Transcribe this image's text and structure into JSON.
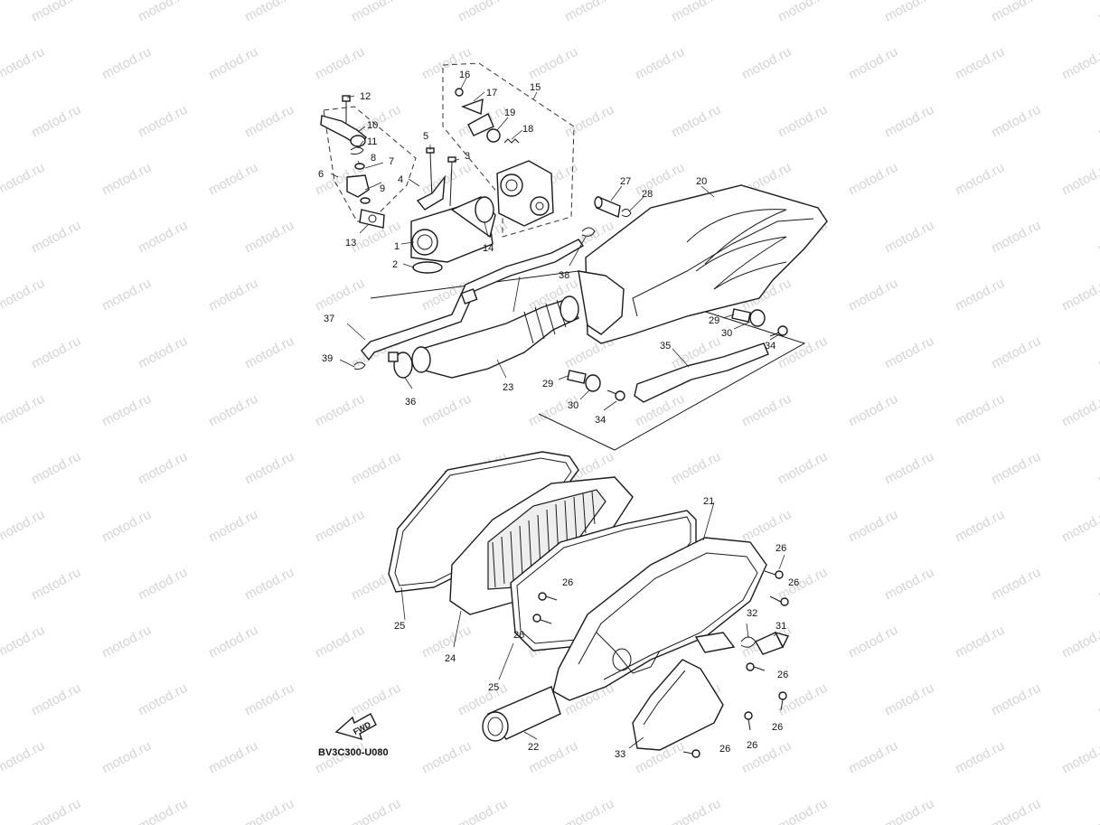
{
  "watermark": {
    "text": "motod.ru"
  },
  "diagram": {
    "code": "BV3C300-U080",
    "fwd_label": "FWD",
    "callouts": [
      {
        "id": "c1",
        "label": "1"
      },
      {
        "id": "c2",
        "label": "2"
      },
      {
        "id": "c3",
        "label": "3"
      },
      {
        "id": "c4",
        "label": "4"
      },
      {
        "id": "c5",
        "label": "5"
      },
      {
        "id": "c6",
        "label": "6"
      },
      {
        "id": "c7",
        "label": "7"
      },
      {
        "id": "c8",
        "label": "8"
      },
      {
        "id": "c9",
        "label": "9"
      },
      {
        "id": "c10",
        "label": "10"
      },
      {
        "id": "c11",
        "label": "11"
      },
      {
        "id": "c12",
        "label": "12"
      },
      {
        "id": "c13",
        "label": "13"
      },
      {
        "id": "c14",
        "label": "14"
      },
      {
        "id": "c15",
        "label": "15"
      },
      {
        "id": "c16",
        "label": "16"
      },
      {
        "id": "c17",
        "label": "17"
      },
      {
        "id": "c18",
        "label": "18"
      },
      {
        "id": "c19",
        "label": "19"
      },
      {
        "id": "c20",
        "label": "20"
      },
      {
        "id": "c21",
        "label": "21"
      },
      {
        "id": "c22",
        "label": "22"
      },
      {
        "id": "c23",
        "label": "23"
      },
      {
        "id": "c24",
        "label": "24"
      },
      {
        "id": "c25a",
        "label": "25"
      },
      {
        "id": "c25b",
        "label": "25"
      },
      {
        "id": "c26a",
        "label": "26"
      },
      {
        "id": "c26b",
        "label": "26"
      },
      {
        "id": "c26c",
        "label": "26"
      },
      {
        "id": "c26d",
        "label": "26"
      },
      {
        "id": "c26e",
        "label": "26"
      },
      {
        "id": "c26f",
        "label": "26"
      },
      {
        "id": "c26g",
        "label": "26"
      },
      {
        "id": "c26h",
        "label": "26"
      },
      {
        "id": "c27",
        "label": "27"
      },
      {
        "id": "c28",
        "label": "28"
      },
      {
        "id": "c29a",
        "label": "29"
      },
      {
        "id": "c29b",
        "label": "29"
      },
      {
        "id": "c30a",
        "label": "30"
      },
      {
        "id": "c30b",
        "label": "30"
      },
      {
        "id": "c31",
        "label": "31"
      },
      {
        "id": "c32",
        "label": "32"
      },
      {
        "id": "c33",
        "label": "33"
      },
      {
        "id": "c34a",
        "label": "34"
      },
      {
        "id": "c34b",
        "label": "34"
      },
      {
        "id": "c35",
        "label": "35"
      },
      {
        "id": "c36",
        "label": "36"
      },
      {
        "id": "c37",
        "label": "37"
      },
      {
        "id": "c38",
        "label": "38"
      },
      {
        "id": "c39",
        "label": "39"
      }
    ]
  }
}
